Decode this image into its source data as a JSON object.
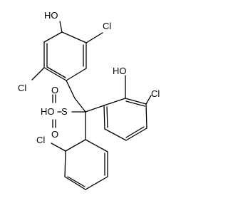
{
  "structure": {
    "atom_labels": {
      "top_hydroxyl": "HO",
      "top_chlorine_right": "Cl",
      "left_chlorine": "Cl",
      "hydroxyl_right_ring": "HO",
      "chlorine_right_ring": "Cl",
      "sulfonic_acid_oh": "HO",
      "sulfur": "S",
      "sulfonyl_o_top": "O",
      "sulfonyl_o_bottom": "O",
      "chlorine_bottom_ring": "Cl"
    }
  }
}
